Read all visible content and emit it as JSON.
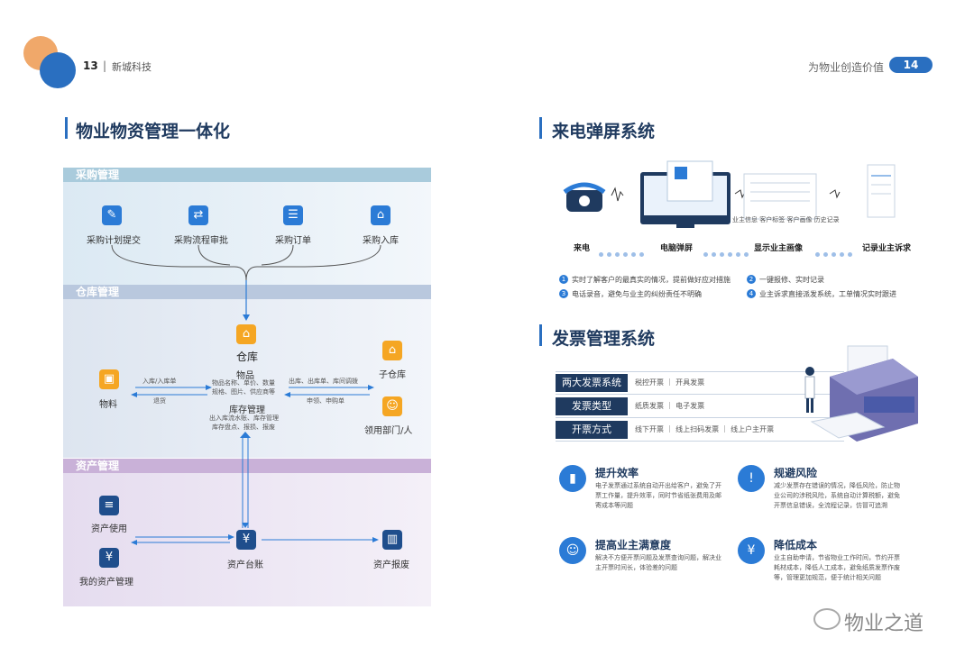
{
  "header": {
    "left_page_number": "13",
    "separator": "|",
    "brand": "新城科技",
    "tagline": "为物业创造价值",
    "right_page_number": "14"
  },
  "left_section": {
    "title": "物业物资管理一体化",
    "procurement": {
      "band": "采购管理",
      "items": [
        "采购计划提交",
        "采购流程审批",
        "采购订单",
        "采购入库"
      ]
    },
    "warehouse": {
      "band": "仓库管理",
      "center_title": "仓库",
      "goods_title": "物品",
      "goods_detail_1": "物品名称、单价、数量",
      "goods_detail_2": "规格、图片、供应商等",
      "inventory_title": "库存管理",
      "inventory_detail_1": "出入库流水账、库存管理",
      "inventory_detail_2": "库存盘点、报损、报废",
      "material_label": "物料",
      "in_out_label": "入库/入库单",
      "return_label": "退货",
      "out_label": "出库、出库单、库间调拨",
      "request_label": "申领、申购单",
      "sub_warehouse": "子仓库",
      "department": "领用部门/人"
    },
    "assets": {
      "band": "资产管理",
      "use": "资产使用",
      "my_assets": "我的资产管理",
      "ledger": "资产台账",
      "scrap": "资产报废"
    }
  },
  "right_top": {
    "title": "来电弹屏系统",
    "flow": [
      "来电",
      "电脑弹屏",
      "显示业主画像",
      "记录业主诉求"
    ],
    "screen_captions": "业主信息 客户标签 客户画像 历史记录",
    "features": [
      {
        "num": "1",
        "text": "实时了解客户的最真实的情况，提前做好应对措施"
      },
      {
        "num": "2",
        "text": "一键报修、实时记录"
      },
      {
        "num": "3",
        "text": "电话录音，避免与业主的纠纷责任不明确"
      },
      {
        "num": "4",
        "text": "业主诉求直接派发系统，工单情况实时跟进"
      }
    ]
  },
  "right_bottom": {
    "title": "发票管理系统",
    "table": [
      {
        "key": "两大发票系统",
        "value": "税控开票 ｜ 开具发票"
      },
      {
        "key": "发票类型",
        "value": "纸质发票 ｜ 电子发票"
      },
      {
        "key": "开票方式",
        "value": "线下开票 ｜ 线上扫码发票 ｜ 线上户主开票"
      }
    ],
    "benefits": [
      {
        "icon": "bar-chart",
        "title": "提升效率",
        "desc": "电子发票通过系统自动开出给客户，避免了开票工作量，提升效率，同时节省纸张费用及邮寄成本等问题"
      },
      {
        "icon": "shield",
        "title": "规避风险",
        "desc": "减少发票存在错误的情况，降低风险，防止物业公司的涉税风险，系统自动计算税额，避免开票信息错误，全流程记录，仿冒可追溯"
      },
      {
        "icon": "smile",
        "title": "提高业主满意度",
        "desc": "解决不方便开票问题及发票查询问题，解决业主开票时间长，体验差的问题"
      },
      {
        "icon": "yen",
        "title": "降低成本",
        "desc": "业主自助申请，节省物业工作时间，节约开票耗材成本，降低人工成本，避免纸质发票作废等，管理更加规范，便于统计相关问题"
      }
    ]
  },
  "watermark": "物业之道",
  "colors": {
    "accent": "#2a6fc0",
    "navy": "#1f3a5f",
    "orange": "#f5a623",
    "band_procurement": "#a9cbdc",
    "band_warehouse": "#b9c8de",
    "band_assets": "#c9b1d8"
  }
}
